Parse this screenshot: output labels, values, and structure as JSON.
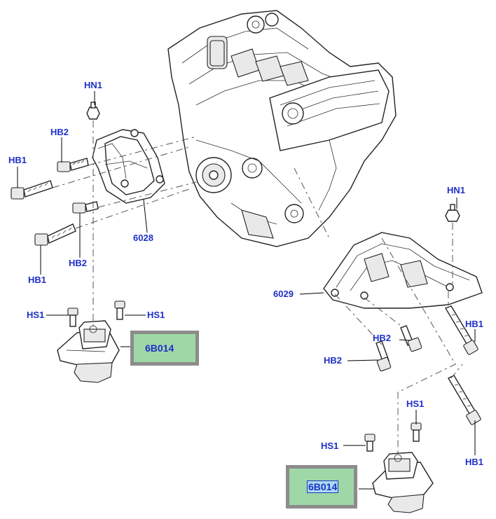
{
  "callouts": {
    "hn1_left": "HN1",
    "hb2_left_top": "HB2",
    "hb1_left_top": "HB1",
    "n6028": "6028",
    "hb2_left_bottom": "HB2",
    "hb1_left_bottom": "HB1",
    "hs1_left_a": "HS1",
    "hs1_left_b": "HS1",
    "hn1_right": "HN1",
    "n6029": "6029",
    "hb2_right_a": "HB2",
    "hb2_right_b": "HB2",
    "hb1_right_top": "HB1",
    "hs1_right_a": "HS1",
    "hs1_right_b": "HS1",
    "hb1_right_bottom": "HB1"
  },
  "part_boxes": {
    "left_mount": "6B014",
    "right_mount": "6B014"
  },
  "colors": {
    "callout_text": "#1f2fc8",
    "box_fill": "#9fd8a6",
    "box_border": "#8c8c8c"
  }
}
